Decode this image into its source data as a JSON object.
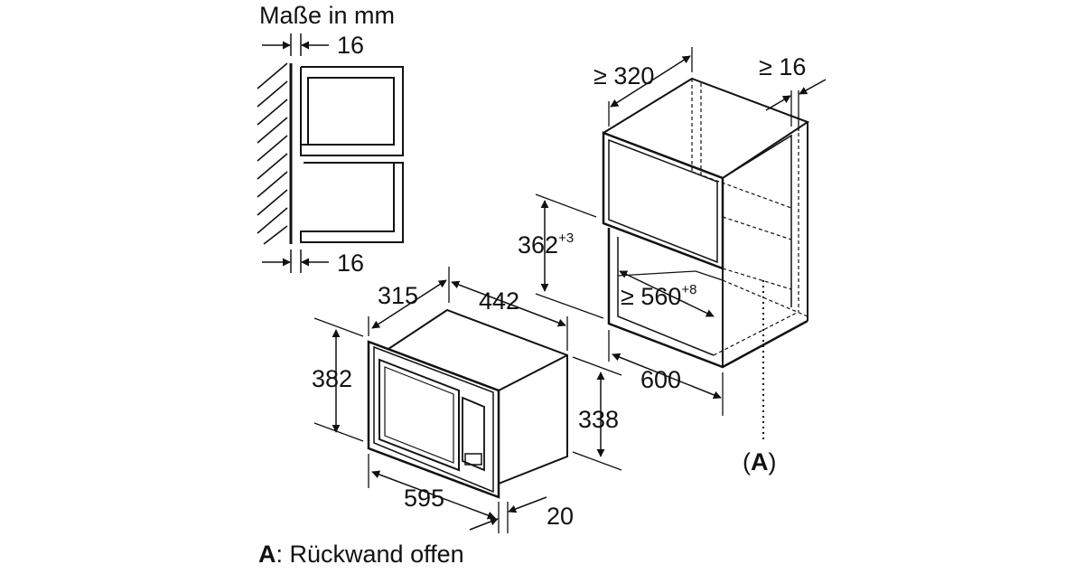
{
  "title": "Maße in mm",
  "footnote": {
    "key": "A",
    "text": ": Rückwand offen"
  },
  "side_view": {
    "gap_top": "16",
    "gap_bottom": "16"
  },
  "oven": {
    "depth": "315",
    "width_top": "442",
    "height": "382",
    "inner_height": "338",
    "width": "595",
    "panel": "20"
  },
  "niche": {
    "depth_min": "≥ 320",
    "side_min": "≥ 16",
    "height": "362",
    "height_tol": "+3",
    "width_min": "≥ 560",
    "width_tol": "+8",
    "width": "600",
    "back_marker": "(A)"
  },
  "colors": {
    "line": "#111111",
    "background": "#ffffff"
  }
}
